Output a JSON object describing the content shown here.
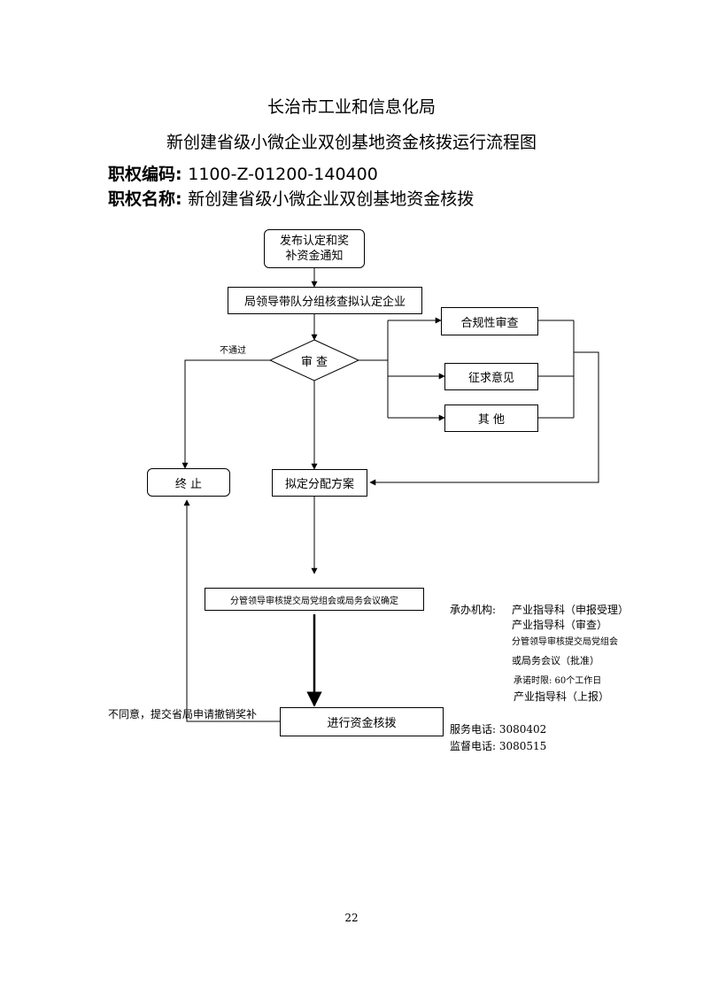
{
  "header": {
    "org_title": "长治市工业和信息化局",
    "process_title": "新创建省级小微企业双创基地资金核拨运行流程图",
    "code_label": "职权编码:",
    "code_value": "1100-Z-01200-140400",
    "name_label": "职权名称:",
    "name_value": "新创建省级小微企业双创基地资金核拨"
  },
  "nodes": {
    "publish_line1": "发布认定和奖",
    "publish_line2": "补资金通知",
    "leaders_check": "局领导带队分组核查拟认定企业",
    "review": "审  查",
    "compliance": "合规性审查",
    "opinions": "征求意见",
    "others": "其  他",
    "terminate": "终  止",
    "plan": "拟定分配方案",
    "leader_approve": "分管领导审核提交局党组会或局务会议确定",
    "disburse": "进行资金核拨"
  },
  "edge_labels": {
    "not_pass": "不通过",
    "disagree": "不同意，提交省局申请撤销奖补"
  },
  "info": {
    "agency_label": "承办机构:",
    "agency_1": "产业指导科（申报受理）",
    "agency_2": "产业指导科（审查）",
    "agency_3": "分管领导审核提交局党组会",
    "agency_4": "或局务会议（批准）",
    "time_limit": "承诺时限: 60个工作日",
    "agency_5": "产业指导科（上报）",
    "service_phone": "服务电话: 3080402",
    "supervise_phone": "监督电话: 3080515"
  },
  "footer": {
    "page_number": "22"
  }
}
